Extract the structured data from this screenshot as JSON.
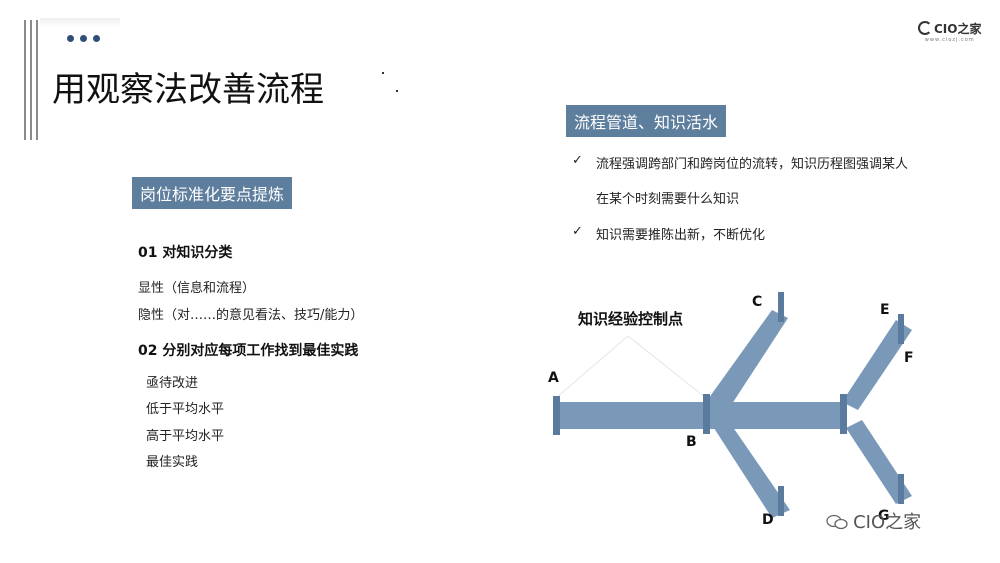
{
  "header": {
    "title": "用观察法改善流程",
    "logo_text": "CIO之家",
    "logo_sub": "www.ciozj.com"
  },
  "left_section": {
    "label": "岗位标准化要点提炼",
    "heading1": "01 对知识分类",
    "items1": [
      "显性（信息和流程）",
      "隐性（对……的意见看法、技巧/能力）"
    ],
    "heading2": "02 分别对应每项工作找到最佳实践",
    "items2": [
      "亟待改进",
      "低于平均水平",
      "高于平均水平",
      "最佳实践"
    ]
  },
  "right_section": {
    "label": "流程管道、知识活水",
    "bullets": [
      "流程强调跨部门和跨岗位的流转，知识历程图强调某人",
      "在某个时刻需要什么知识",
      "知识需要推陈出新，不断优化"
    ],
    "check_mark": "✓"
  },
  "diagram": {
    "title": "知识经验控制点",
    "labels": [
      "A",
      "B",
      "C",
      "D",
      "E",
      "F",
      "G"
    ],
    "pipe_color": "#7a98b8",
    "pipe_dark": "#5a7a9e"
  },
  "watermark": {
    "text": "CIO之家"
  }
}
